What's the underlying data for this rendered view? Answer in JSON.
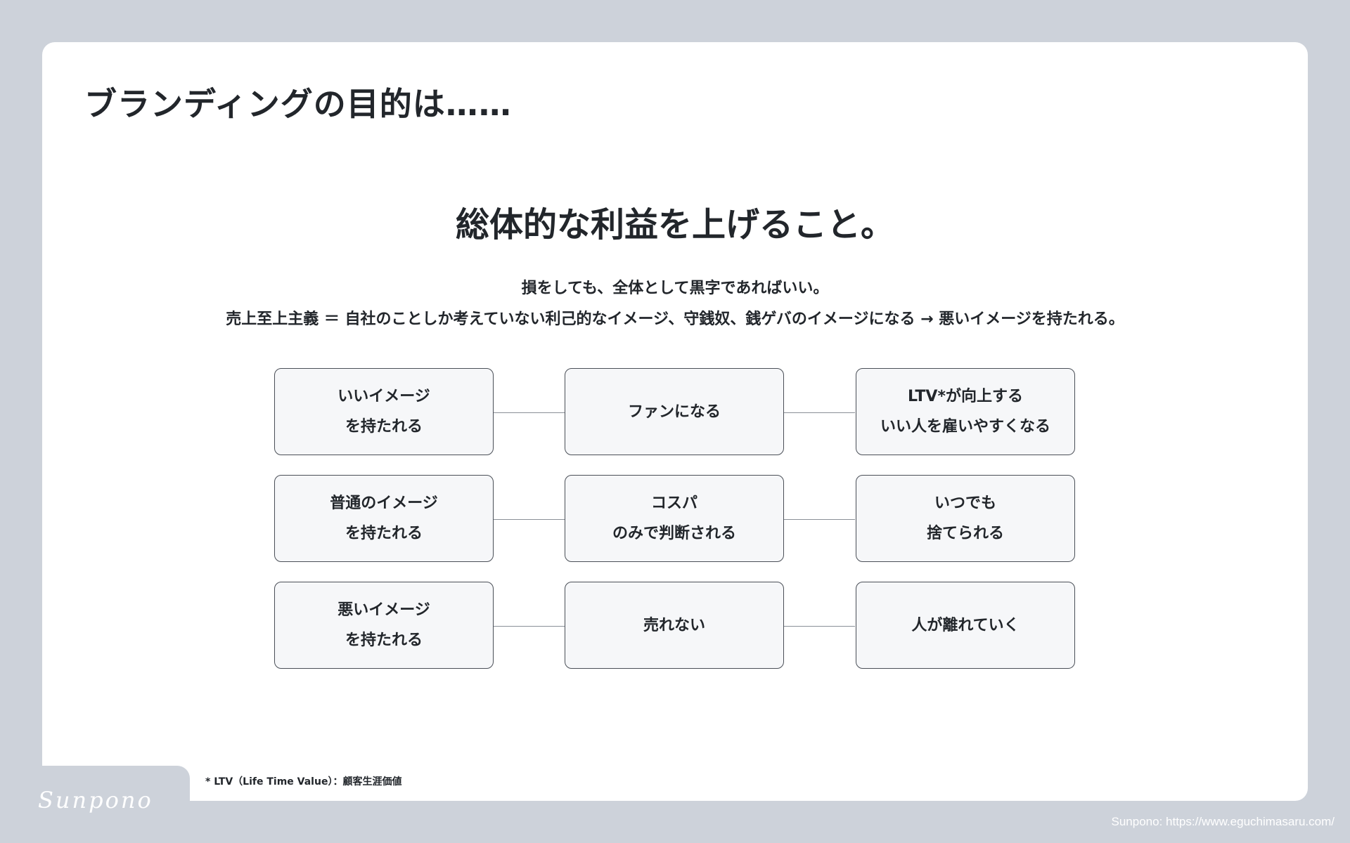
{
  "slide": {
    "title": "ブランディングの目的は……",
    "headline": "総体的な利益を上げること。",
    "sub_line_1": "損をしても、全体として黒字であればいい。",
    "sub_line_2": "売上至上主義 ＝ 自社のことしか考えていない利己的なイメージ、守銭奴、銭ゲバのイメージになる → 悪いイメージを持たれる。"
  },
  "flow": {
    "rows": [
      {
        "a_line1": "いいイメージ",
        "a_line2": "を持たれる",
        "b_line1": "ファンになる",
        "b_line2": "",
        "c_line1": "LTV*が向上する",
        "c_line2": "いい人を雇いやすくなる"
      },
      {
        "a_line1": "普通のイメージ",
        "a_line2": "を持たれる",
        "b_line1": "コスパ",
        "b_line2": "のみで判断される",
        "c_line1": "いつでも",
        "c_line2": "捨てられる"
      },
      {
        "a_line1": "悪いイメージ",
        "a_line2": "を持たれる",
        "b_line1": "売れない",
        "b_line2": "",
        "c_line1": "人が離れていく",
        "c_line2": ""
      }
    ]
  },
  "footnote": "* LTV（Life Time Value）：顧客生涯価値",
  "brand": {
    "logo_text": "Sunpono",
    "credit": "Sunpono: https://www.eguchimasaru.com/"
  }
}
